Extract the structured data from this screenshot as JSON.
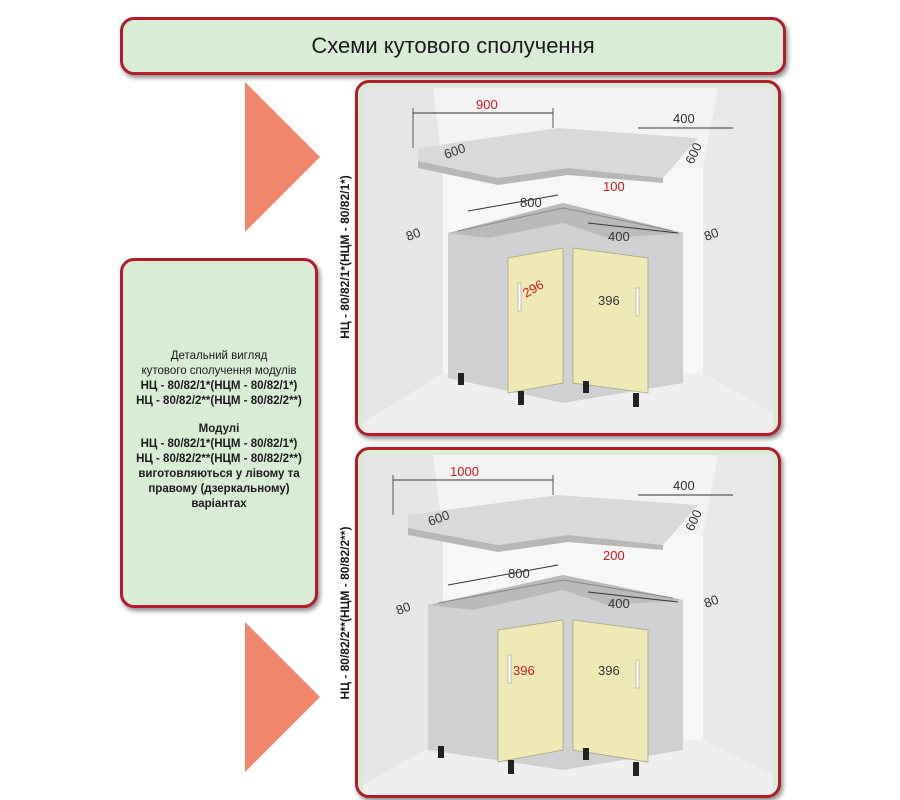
{
  "title": "Схеми кутового сполучення",
  "info": {
    "detail_line1": "Детальний вигляд",
    "detail_line2": "кутового сполучення модулів",
    "detail_line3": "НЦ - 80/82/1*(НЦМ - 80/82/1*)",
    "detail_line4": "НЦ - 80/82/2**(НЦМ - 80/82/2**)",
    "modules_heading": "Модулі",
    "modules_line1": "НЦ - 80/82/1*(НЦМ - 80/82/1*)",
    "modules_line2": "НЦ - 80/82/2**(НЦМ - 80/82/2**)",
    "modules_line3": "виготовляються у лівому та",
    "modules_line4": "правому (дзеркальному)",
    "modules_line5": "варіантах"
  },
  "diagrams": [
    {
      "side_label": "НЦ - 80/82/1*(НЦМ - 80/82/1*)",
      "top_width_red": "900",
      "top_width": "400",
      "top_depth_left": "600",
      "top_depth_right": "600",
      "base_width": "800",
      "gap_red": "100",
      "inner_width": "400",
      "side_left": "80",
      "side_right": "80",
      "door_left_red": "296",
      "door_right": "396"
    },
    {
      "side_label": "НЦ - 80/82/2**(НЦМ - 80/82/2**)",
      "top_width_red": "1000",
      "top_width": "400",
      "top_depth_left": "600",
      "top_depth_right": "600",
      "base_width": "800",
      "gap_red": "200",
      "inner_width": "400",
      "side_left": "80",
      "side_right": "80",
      "door_left_red": "396",
      "door_right": "396"
    }
  ],
  "colors": {
    "frame": "#b11d2b",
    "panel_bg": "#d8ecd6",
    "arrow": "#f0876a",
    "door": "#efe9b6",
    "carcass": "#cfd0d2",
    "dim_red": "#d11a1a"
  }
}
